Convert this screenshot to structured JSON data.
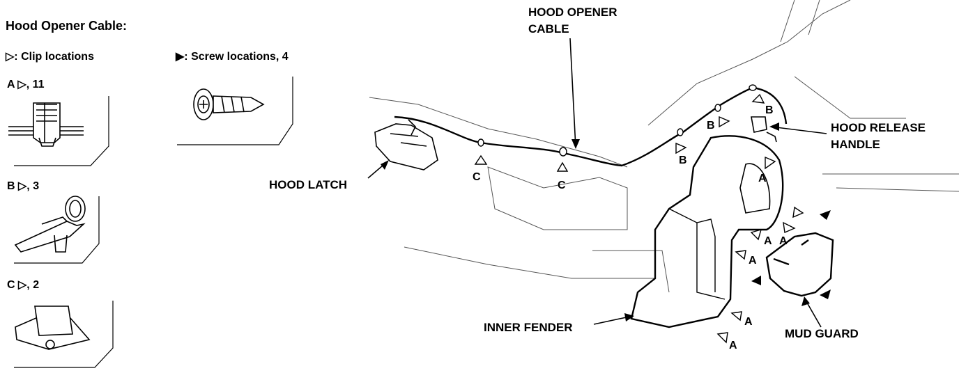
{
  "title": "Hood Opener Cable:",
  "legend": {
    "clip_locations": "▷: Clip locations",
    "screw_locations": "▶: Screw locations, 4",
    "clip_a": "A ▷, 11",
    "clip_b": "B ▷, 3",
    "clip_c": "C ▷, 2"
  },
  "callouts": {
    "hood_opener_cable_1": "HOOD OPENER",
    "hood_opener_cable_2": "CABLE",
    "hood_release_handle_1": "HOOD RELEASE",
    "hood_release_handle_2": "HANDLE",
    "hood_latch": "HOOD LATCH",
    "inner_fender": "INNER FENDER",
    "mud_guard": "MUD GUARD"
  },
  "clip_letters": {
    "c": "C",
    "b": "B",
    "a": "A"
  }
}
